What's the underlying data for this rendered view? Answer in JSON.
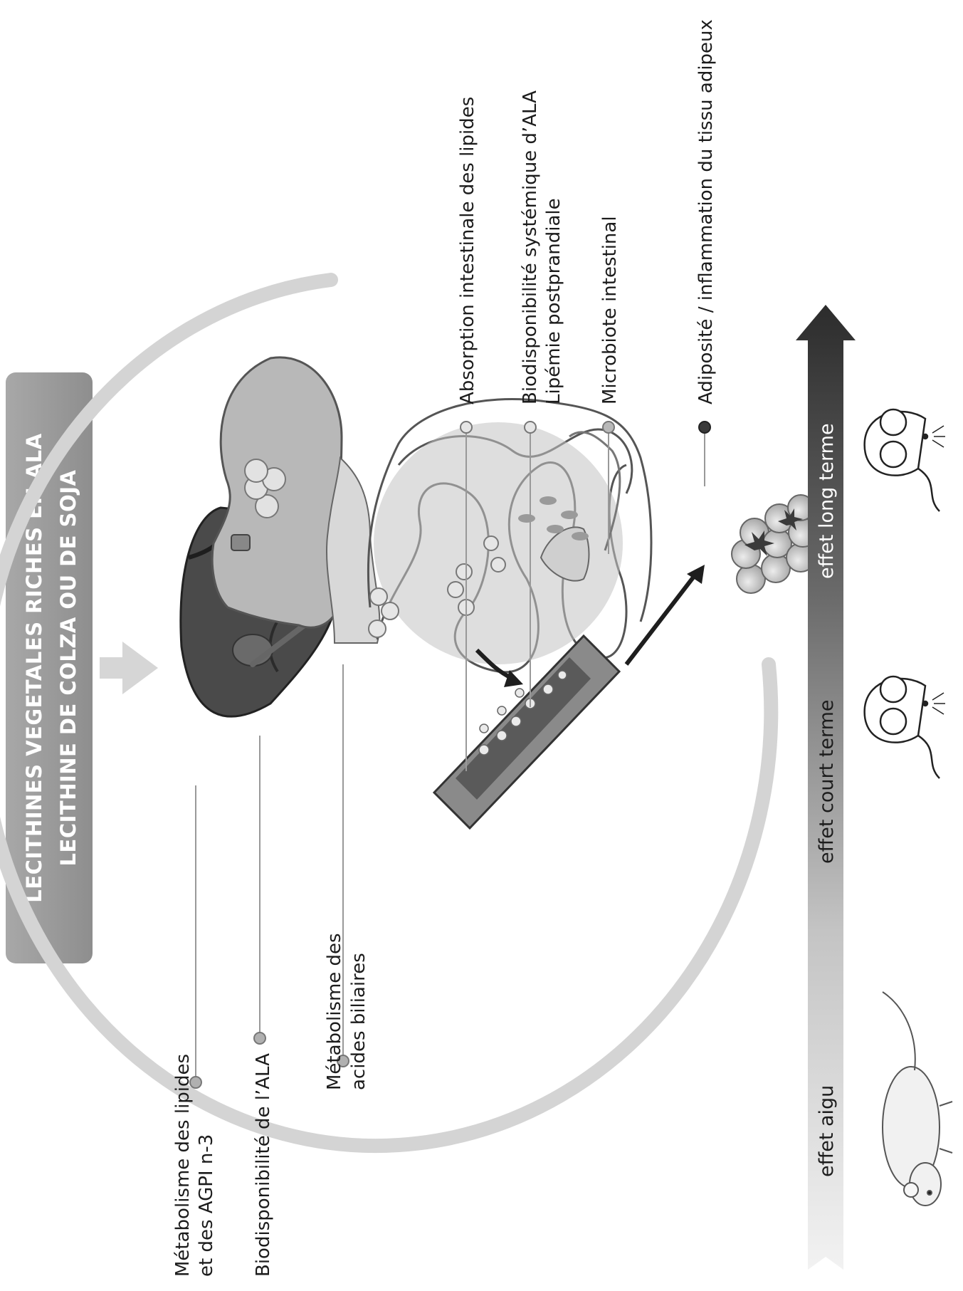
{
  "banner": {
    "line1": "LECITHINES VEGETALES RICHES EN ALA",
    "line2": "LECITHINE DE COLZA OU DE SOJA"
  },
  "left_labels": {
    "metabolism_lipids_line1": "Métabolisme des lipides",
    "metabolism_lipids_line2": "et des AGPI n-3",
    "ala_bioavailability": "Biodisponibilité de l’ALA",
    "bile_acids_line1": "Métabolisme des",
    "bile_acids_line2": "acides biliaires"
  },
  "right_labels": {
    "absorption": "Absorption intestinale des lipides",
    "systemic_line1": "Biodisponibilité systémique d’ALA",
    "systemic_line2": "Lipémie postprandiale",
    "microbiota": "Microbiote intestinal",
    "adiposity": "Adiposité / inflammation du tissu adipeux"
  },
  "timeline": {
    "acute": "effet aigu",
    "short_term": "effet court terme",
    "long_term": "effet long terme"
  },
  "colors": {
    "banner": "#9e9e9e",
    "arc": "#d4d4d4",
    "liver": "#4a4a4a",
    "organ": "#b8b8b8",
    "arrow_dark": "#2a2a2a"
  },
  "icons": [
    "liver-icon",
    "stomach-icon",
    "pancreas-icon",
    "intestine-icon",
    "blood-vessel-icon",
    "adipose-tissue-icon",
    "rat-icon",
    "mouse-icon"
  ]
}
